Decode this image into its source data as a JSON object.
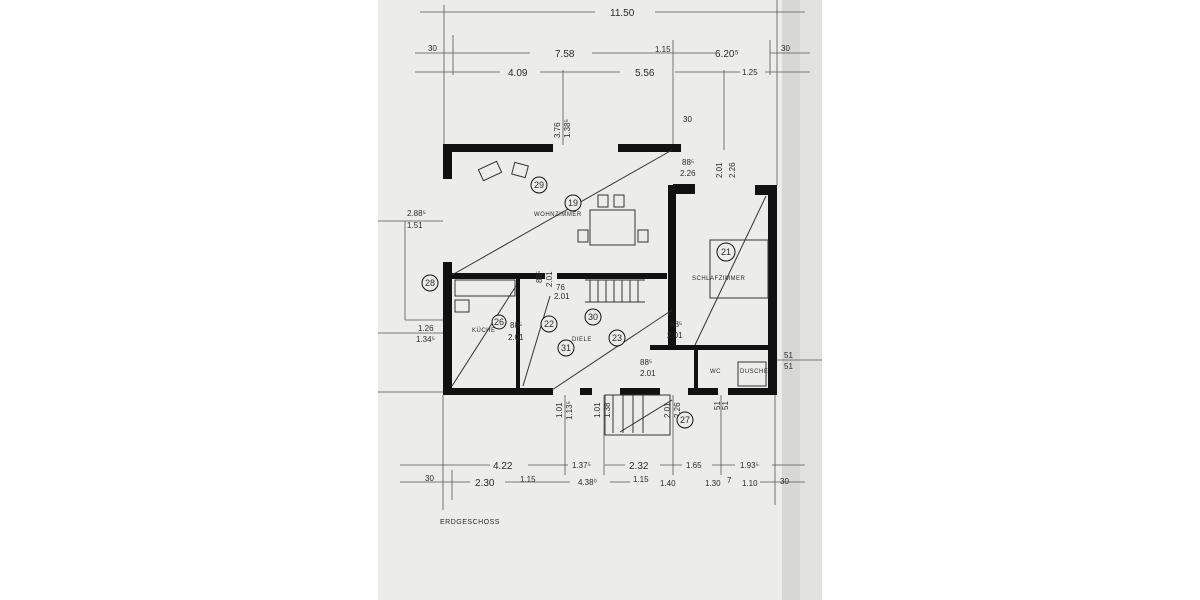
{
  "drawing": {
    "title": "ERDGESCHOSS",
    "rooms": {
      "living": "WOHNZIMMER",
      "bedroom": "SCHLAFZIMMER",
      "kitchen": "KÜCHE",
      "hall": "DIELE",
      "wc": "WC",
      "shower": "DUSCHE"
    },
    "markers": [
      "29",
      "19",
      "21",
      "28",
      "26",
      "22",
      "30",
      "31",
      "23",
      "27"
    ],
    "dims_top": {
      "overall": "11.50",
      "row2": [
        "30",
        "7.58",
        "1.15",
        "6.20⁵",
        "30"
      ],
      "row3": [
        "4.09",
        "5.56",
        "1.25"
      ],
      "vertical": [
        "3.76",
        "1.38⁵"
      ],
      "small": "30"
    },
    "dims_inner": {
      "window_ne": [
        "88⁵",
        "2.26"
      ],
      "vertical_ne": [
        "2.01",
        "2.26"
      ],
      "window_w": [
        "2.88⁵",
        "1.51"
      ],
      "kitchen_window": [
        "1.26",
        "1.34⁵"
      ],
      "kitchen_door": [
        "88⁵",
        "2.01"
      ],
      "stair_door": [
        "88⁵",
        "2.01"
      ],
      "stair_small": [
        "76",
        "2.01"
      ],
      "bedroom_door": [
        "88⁵",
        "2.01"
      ],
      "wc_door": [
        "88⁵",
        "2.01"
      ],
      "bath_window": [
        "51",
        "51"
      ]
    },
    "dims_below_walls": [
      [
        "1.01",
        "1.13⁵"
      ],
      [
        "1.01",
        "1.38"
      ],
      [
        "2.01",
        "2.26"
      ],
      [
        "51",
        "51"
      ]
    ],
    "dims_bottom": {
      "row1": [
        "4.22",
        "1.37⁵",
        "2.32",
        "1.65",
        "1.93⁵"
      ],
      "row2": [
        "30",
        "2.30",
        "1.15",
        "4.38⁰",
        "1.15",
        "1.40",
        "1.30",
        "7",
        "1.10",
        "30"
      ]
    },
    "colors": {
      "paper": "#ececea",
      "ink": "#111111",
      "shadow": "#c9c9c7"
    }
  }
}
